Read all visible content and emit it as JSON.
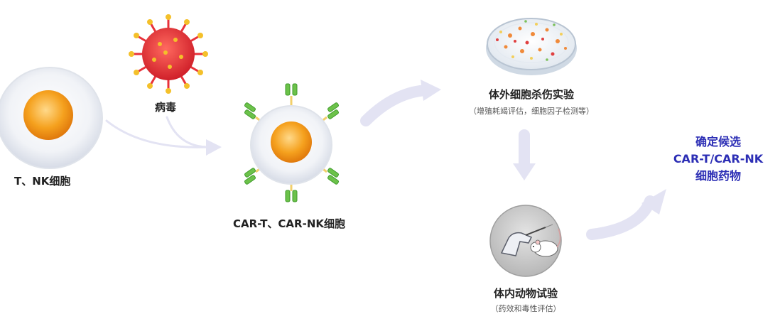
{
  "labels": {
    "tnk_cell": "T、NK细胞",
    "virus": "病毒",
    "car_cell": "CAR-T、CAR-NK细胞",
    "in_vitro_title": "体外细胞杀伤实验",
    "in_vitro_sub": "（增殖耗竭评估，细胞因子检测等）",
    "in_vivo_title": "体内动物试验",
    "in_vivo_sub": "（药效和毒性评估）",
    "final_line1": "确定候选",
    "final_line2": "CAR-T/CAR-NK",
    "final_line3": "细胞药物"
  },
  "icons": [
    "t-nk-cell-icon",
    "virus-icon",
    "car-cell-icon",
    "petri-dish-icon",
    "mouse-experiment-icon"
  ],
  "colors": {
    "arrow": "#e3e3f3",
    "accent_text": "#2c2eb5",
    "nucleus": "#f5a11e",
    "virus": "#e8313a",
    "receptor": "#6cc24a"
  }
}
